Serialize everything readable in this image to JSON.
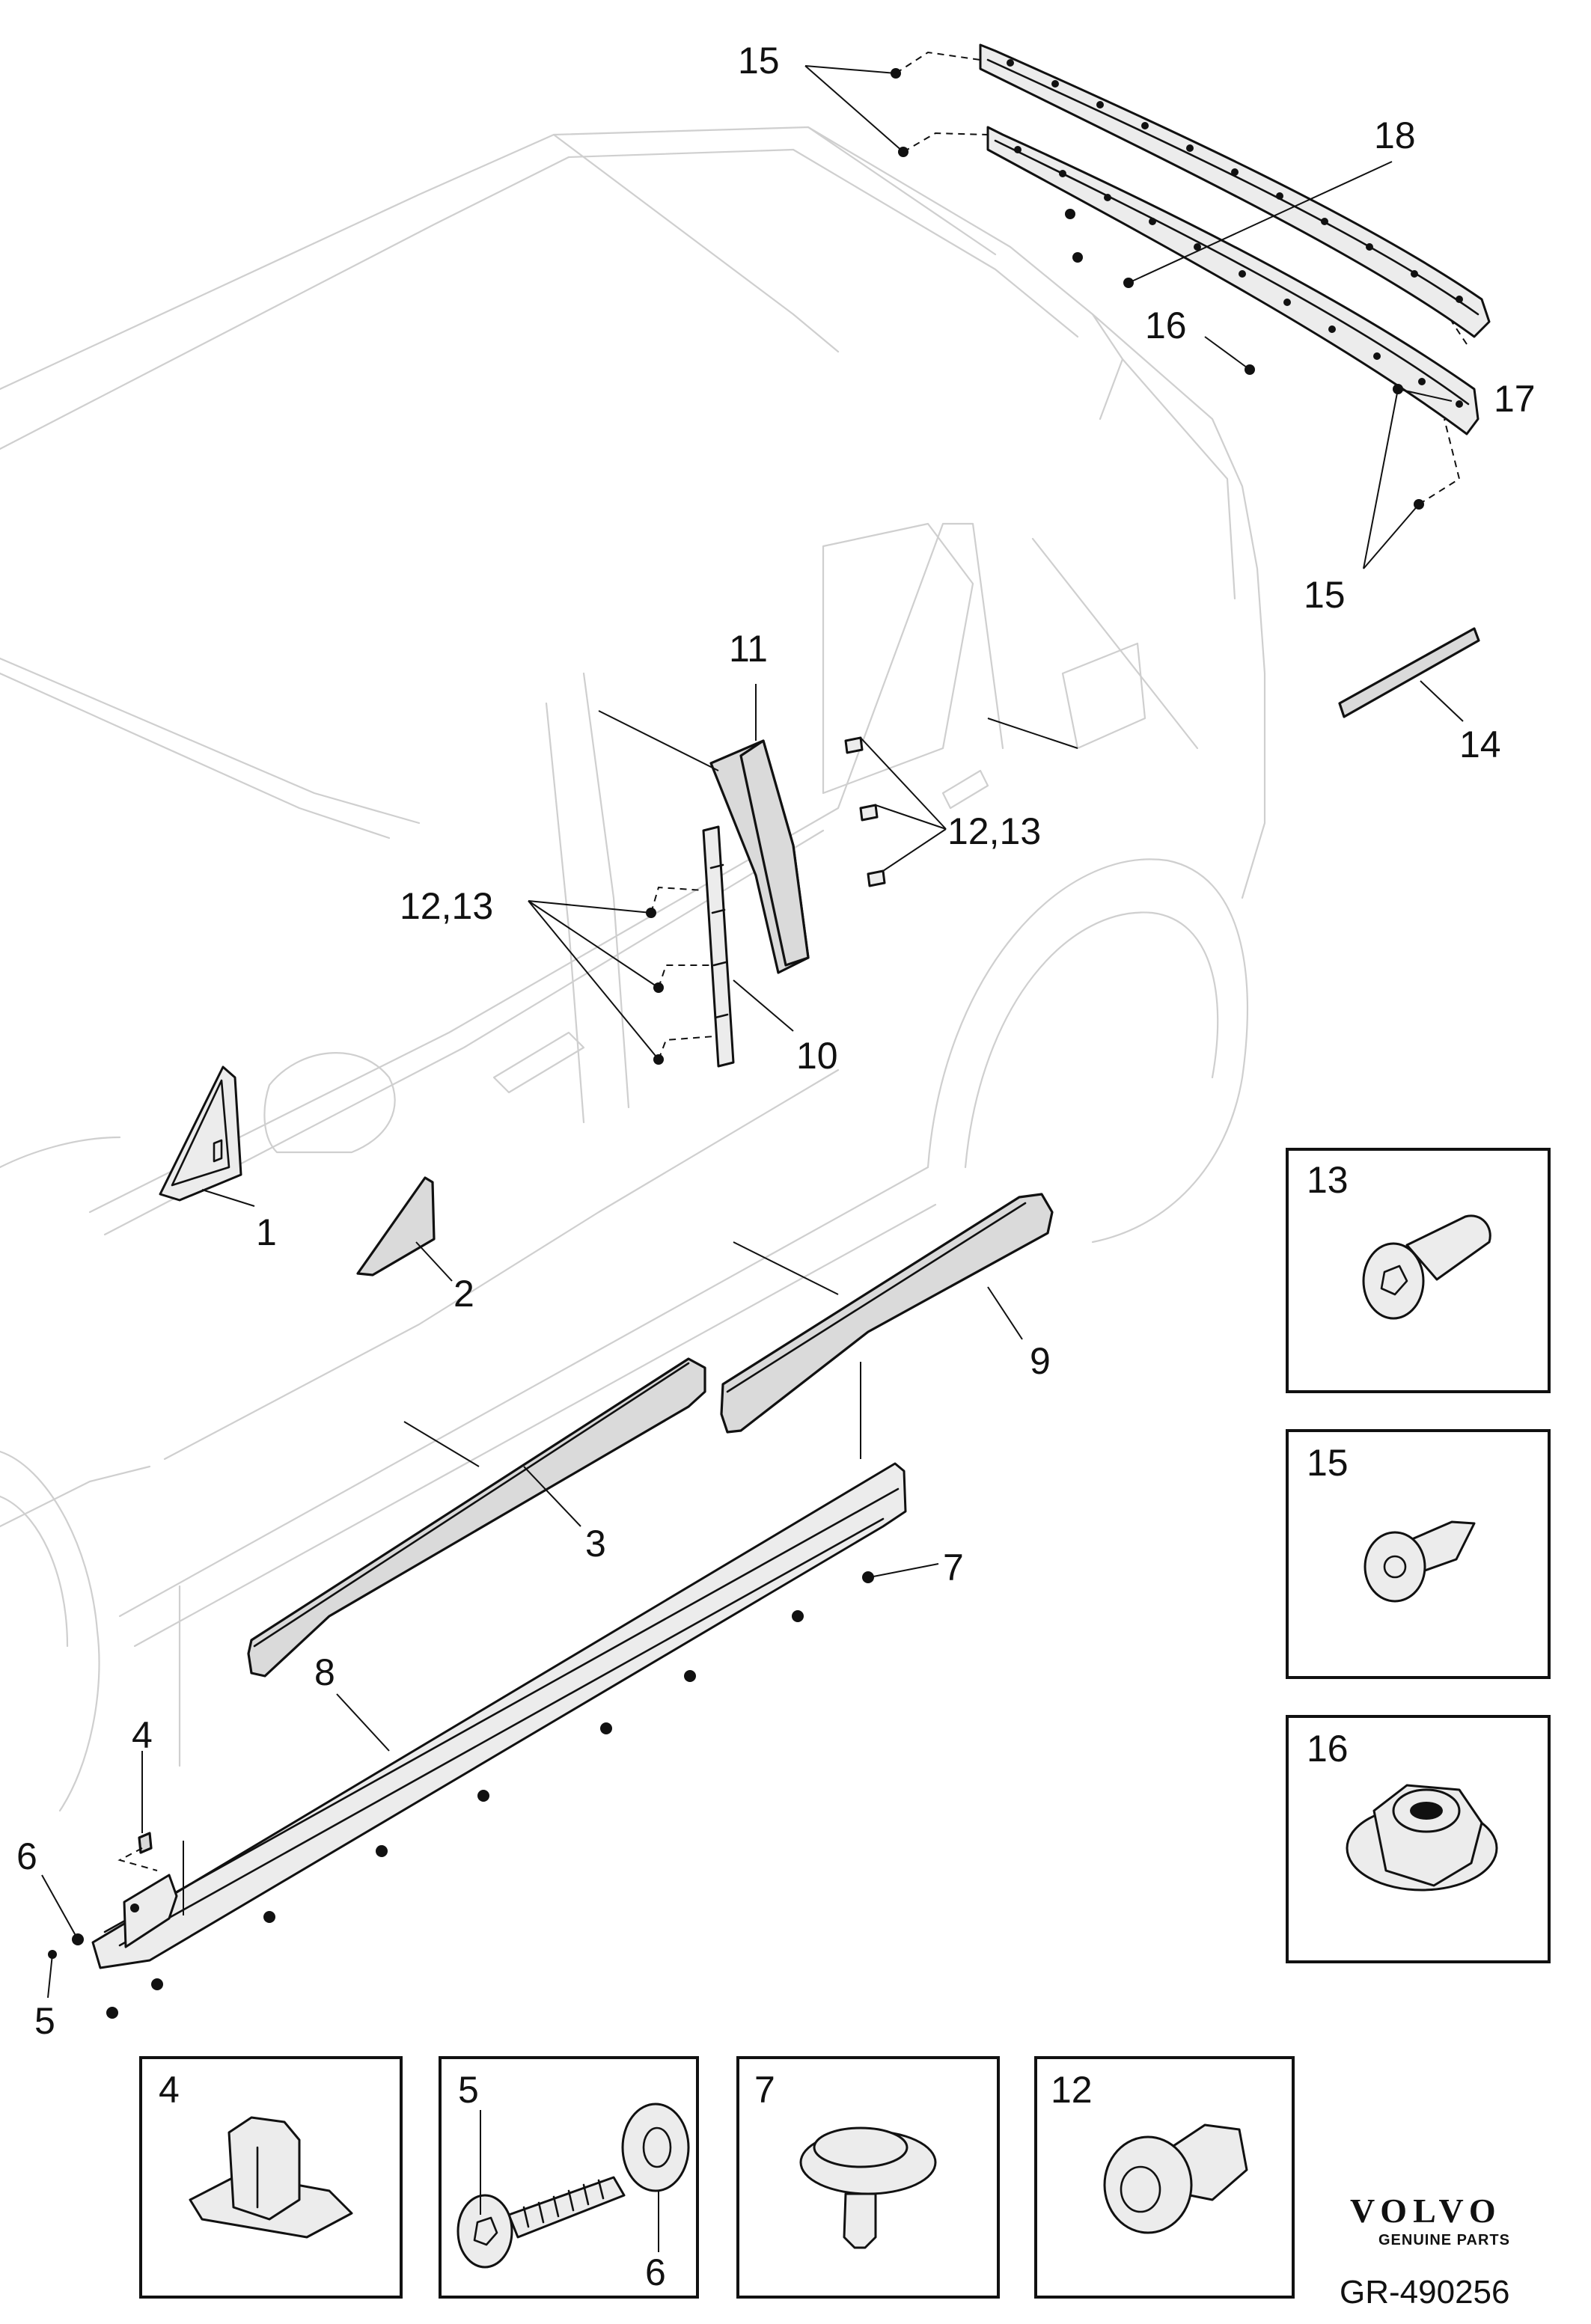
{
  "callouts": {
    "c15_top": "15",
    "c18": "18",
    "c16": "16",
    "c17": "17",
    "c15_right": "15",
    "c14": "14",
    "c11": "11",
    "c12_13_right": "12,13",
    "c12_13_left": "12,13",
    "c10": "10",
    "c1": "1",
    "c2": "2",
    "c9": "9",
    "c3": "3",
    "c7": "7",
    "c8": "8",
    "c4": "4",
    "c6": "6",
    "c5": "5"
  },
  "insets": {
    "i13": "13",
    "i15": "15",
    "i16": "16",
    "i4": "4",
    "i5": "5",
    "i6": "6",
    "i7": "7",
    "i12": "12"
  },
  "branding": {
    "brand": "VOLVO",
    "subtitle": "GENUINE PARTS",
    "reference": "GR-490256"
  }
}
